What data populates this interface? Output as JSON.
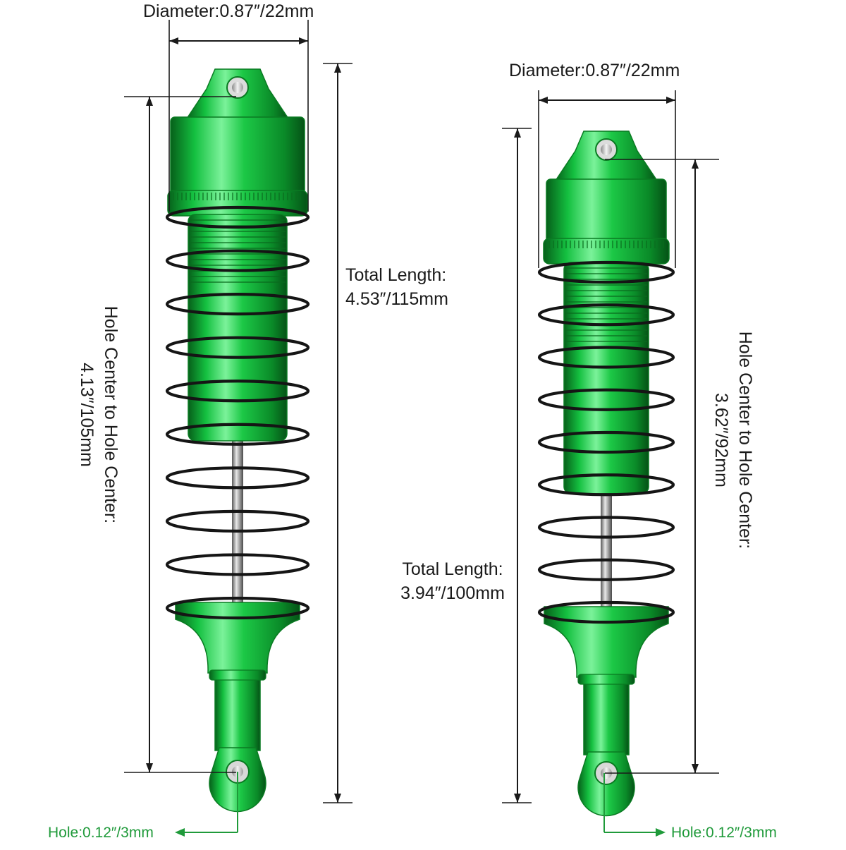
{
  "colors": {
    "shock_green": "#12b83a",
    "shock_green_dark": "#0a7a22",
    "spring": "#151515",
    "shaft": "#9a9a9a",
    "dim_line": "#1a1a1a",
    "hole_label": "#1f9a3a"
  },
  "left_shock": {
    "diameter": "Diameter:0.87″/22mm",
    "total_length": [
      "Total Length:",
      "4.53″/115mm"
    ],
    "hole_center": [
      "Hole Center to Hole Center:",
      "4.13″/105mm"
    ],
    "hole": "Hole:0.12″/3mm"
  },
  "right_shock": {
    "diameter": "Diameter:0.87″/22mm",
    "total_length": [
      "Total Length:",
      "3.94″/100mm"
    ],
    "hole_center": [
      "Hole Center to Hole Center:",
      "3.62″/92mm"
    ],
    "hole": "Hole:0.12″/3mm"
  }
}
